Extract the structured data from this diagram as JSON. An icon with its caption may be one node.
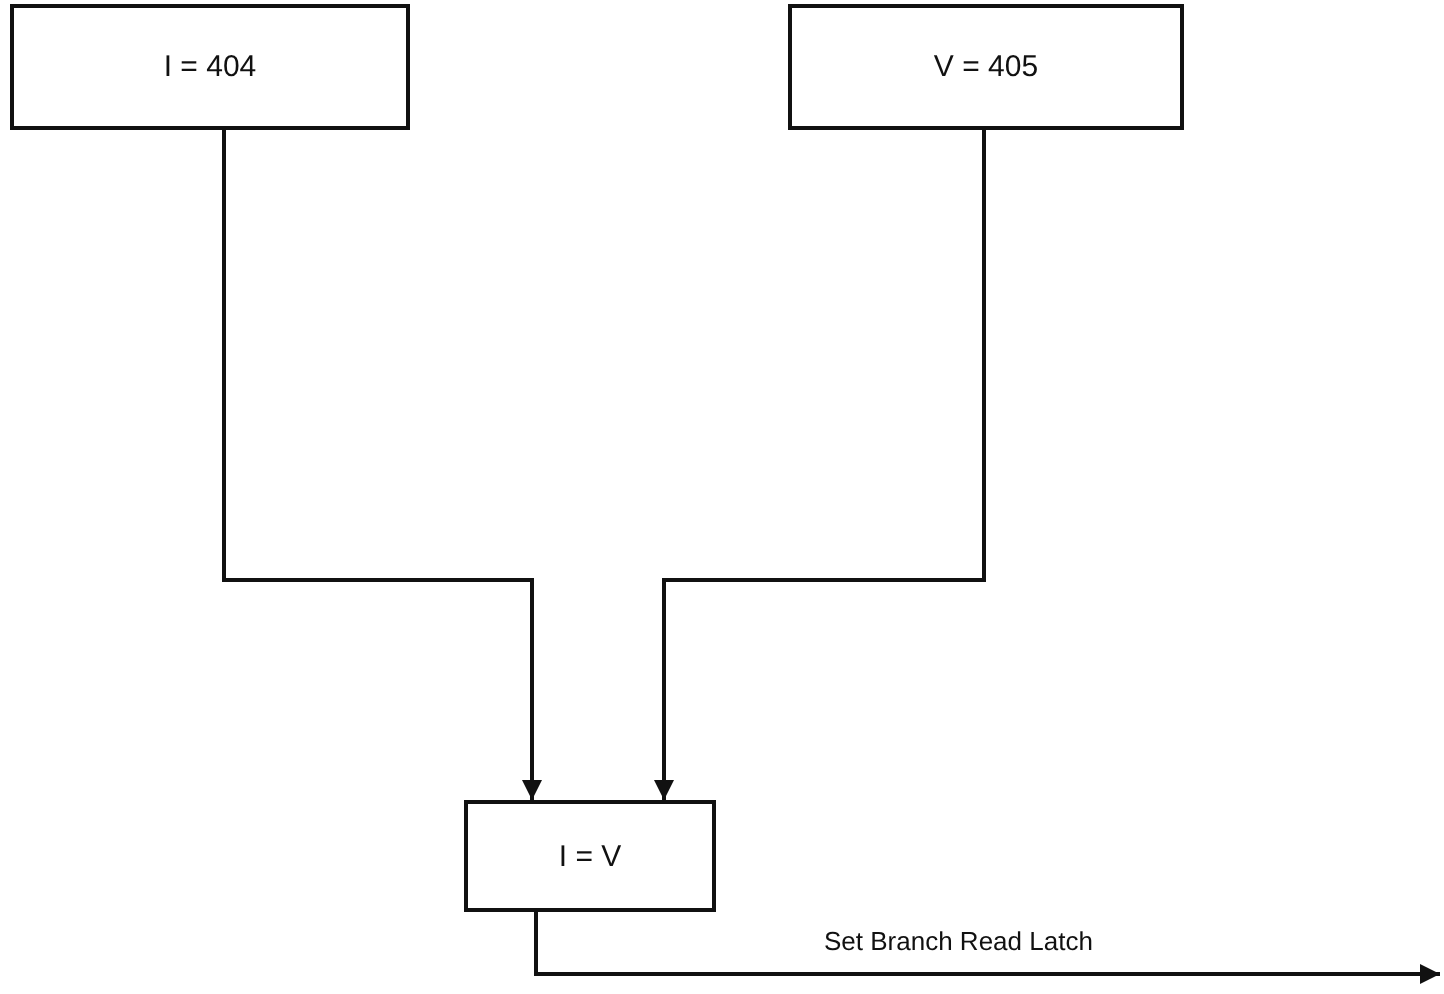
{
  "diagram": {
    "nodes": [
      {
        "text": [
          "I = 404"
        ]
      },
      {
        "text": [
          "V = 405"
        ]
      },
      {
        "text": [
          "I = V"
        ]
      }
    ],
    "edges": [
      {
        "from": 0,
        "to": 2,
        "arrow": "to"
      },
      {
        "from": 1,
        "to": 2,
        "arrow": "to"
      },
      {
        "from": 2,
        "to": null,
        "arrow": "to",
        "label": "Set Branch Read Latch"
      }
    ]
  }
}
